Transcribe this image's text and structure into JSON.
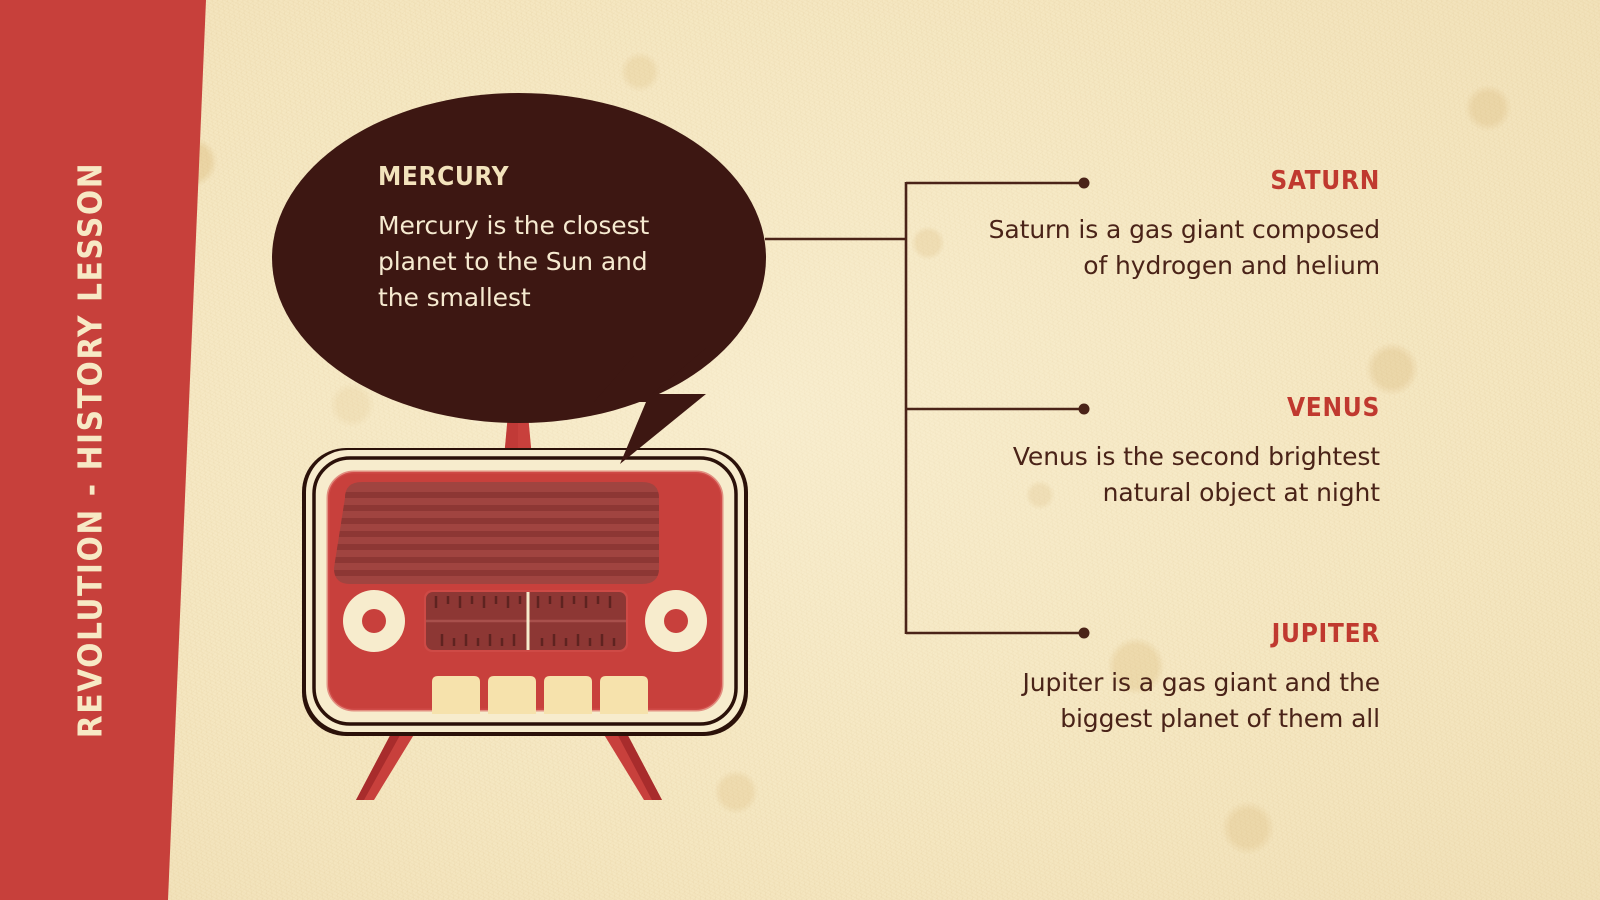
{
  "slide": {
    "title": "REVOLUTION - HISTORY LESSON",
    "colors": {
      "background": "#f5e7c1",
      "sidebar_red": "#c7403b",
      "bubble_dark_brown": "#3d1712",
      "cream": "#f6ead0",
      "heading_red": "#c0392f",
      "body_brown": "#4a2318",
      "connector_brown": "#4a2318"
    }
  },
  "bubble": {
    "heading": "MERCURY",
    "body": "Mercury is the closest planet to the Sun and the smallest",
    "icon": "speech-bubble"
  },
  "illustration": {
    "name": "vintage-radio-icon",
    "antenna_icon": "antenna-signal-icon",
    "button_count": 4,
    "knob_count": 2
  },
  "planets": [
    {
      "id": "saturn",
      "heading": "SATURN",
      "body": "Saturn is a gas giant composed of hydrogen and helium"
    },
    {
      "id": "venus",
      "heading": "VENUS",
      "body": "Venus is the second brightest natural object at night"
    },
    {
      "id": "jupiter",
      "heading": "JUPITER",
      "body": "Jupiter is a gas giant and the biggest planet of them all"
    }
  ]
}
